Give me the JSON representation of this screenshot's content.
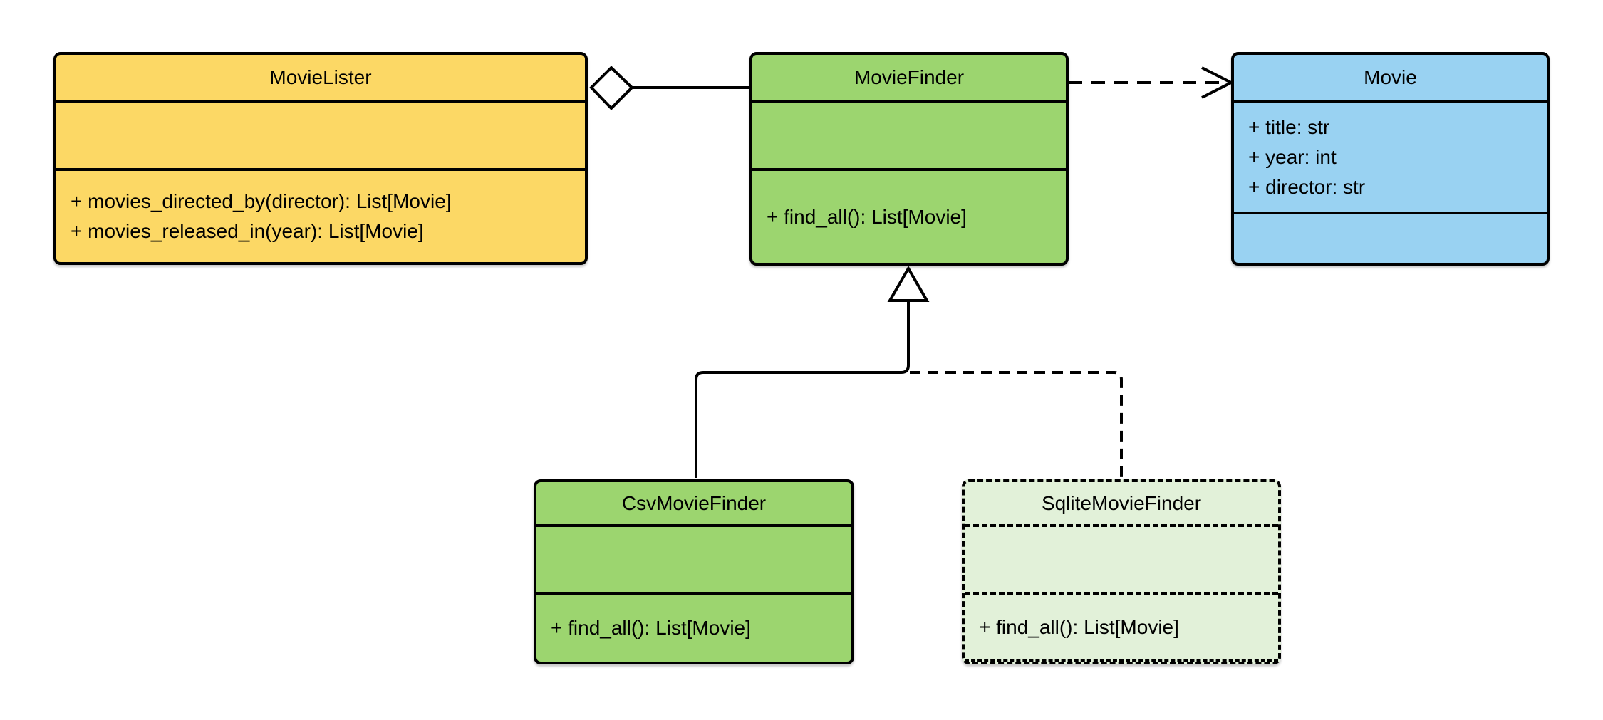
{
  "diagram": {
    "kind": "uml-class-diagram",
    "background": "#ffffff",
    "colors": {
      "stroke": "#000000",
      "yellow": "#FCD865",
      "green": "#9CD56F",
      "blue": "#99D2F2",
      "pale_green": "#E2F1D9"
    },
    "classes": [
      {
        "name": "MovieLister",
        "attributes": [],
        "methods": [
          "+ movies_directed_by(director): List[Movie]",
          "+ movies_released_in(year): List[Movie]"
        ],
        "fill": "#FCD865",
        "border": "solid"
      },
      {
        "name": "MovieFinder",
        "attributes": [],
        "methods": [
          "+ find_all(): List[Movie]"
        ],
        "fill": "#9CD56F",
        "border": "solid"
      },
      {
        "name": "Movie",
        "attributes": [
          "+ title: str",
          "+ year: int",
          "+ director: str"
        ],
        "methods": [],
        "fill": "#99D2F2",
        "border": "solid"
      },
      {
        "name": "CsvMovieFinder",
        "attributes": [],
        "methods": [
          "+ find_all(): List[Movie]"
        ],
        "fill": "#9CD56F",
        "border": "solid"
      },
      {
        "name": "SqliteMovieFinder",
        "attributes": [],
        "methods": [
          "+ find_all(): List[Movie]"
        ],
        "fill": "#E2F1D9",
        "border": "dashed"
      }
    ],
    "relationships": [
      {
        "type": "aggregation",
        "from": "MovieLister",
        "to": "MovieFinder",
        "line": "solid",
        "marker": "hollow-diamond"
      },
      {
        "type": "dependency",
        "from": "MovieFinder",
        "to": "Movie",
        "line": "dashed",
        "marker": "open-arrow"
      },
      {
        "type": "generalization",
        "from": "CsvMovieFinder",
        "to": "MovieFinder",
        "line": "solid",
        "marker": "hollow-triangle"
      },
      {
        "type": "generalization",
        "from": "SqliteMovieFinder",
        "to": "MovieFinder",
        "line": "dashed",
        "marker": "hollow-triangle"
      }
    ]
  }
}
